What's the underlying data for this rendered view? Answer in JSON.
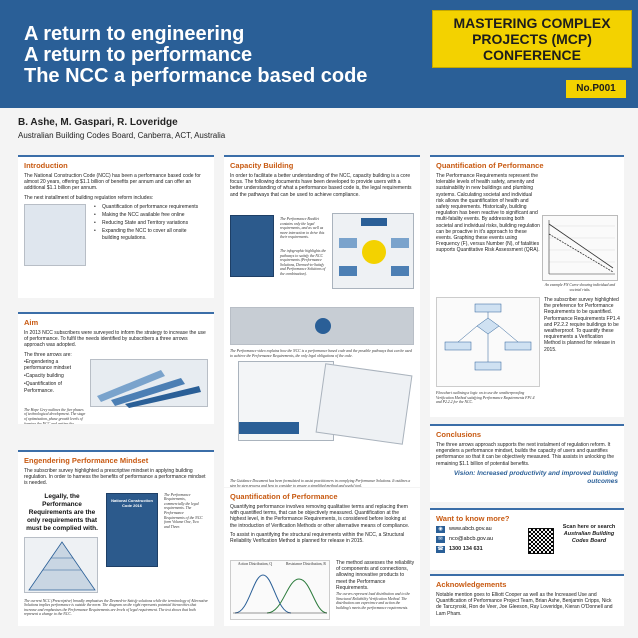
{
  "header": {
    "title_lines": [
      "A return to engineering",
      "A return to performance",
      "The NCC a performance based code"
    ],
    "conference_lines": [
      "MASTERING COMPLEX",
      "PROJECTS (MCP)",
      "CONFERENCE"
    ],
    "poster_no": "No.P001"
  },
  "authors": "B. Ashe, M. Gaspari, R. Loveridge",
  "affiliation": "Australian Building Codes Board, Canberra, ACT, Australia",
  "introduction": {
    "heading": "Introduction",
    "p1": "The National Construction Code (NCC) has been a performance based code for almost 20 years, offering $1.1 billion of benefits per annum and can offer an additional $1.1 billion per annum.",
    "p2": "The next installment of building regulation reform includes:",
    "bullets": [
      "Quantification of performance requirements",
      "Making the NCC available free online",
      "Reducing State and Territory variations",
      "Expanding the NCC to cover all onsite building regulations."
    ]
  },
  "aim": {
    "heading": "Aim",
    "p1": "In 2013 NCC subscribers were surveyed to inform the strategy to increase the use of performance. To fulfil the needs identified by subscribers a three arrows approach was adopted.",
    "p2": "The three arrows are:",
    "items": [
      "•Engendering a performance mindset",
      "•Capacity building",
      "•Quantification of Performance."
    ],
    "caption": "The Hope Grey outlines the five phases of technological development. The stage of optimisation, phase growth levels of forming the NCC and getting the additional $1.1 billion of benefits."
  },
  "mindset": {
    "heading": "Engendering Performance Mindset",
    "p1": "The subscriber survey highlighted a prescriptive mindset in applying building regulation. In order to harness the benefits of performance a performance mindset is needed.",
    "note": "Legally, the Performance Requirements are the only requirements that must be complied with.",
    "book_title": "National Construction Code 2016",
    "side_caption": "The Performance Requirements, commercially the legal requirements. The Performance Requirements of the NCC form Volume One, Two and Three.",
    "caption": "The current NCC (Prescriptive) broadly emphasises the Deemed-to-Satisfy solutions while the terminology of Alternative Solutions implies performance is outside the norm. The diagram on the right represents potential hierarchies that increase and emphasises the Performance Requirements are levels of legal requirement. The text shows that both represent a change to the NCC."
  },
  "capacity": {
    "heading": "Capacity Building",
    "p1": "In order to facilitate a better understanding of the NCC, capacity building is a core focus. The following documents have been developed to provide users with a better understanding of what a performance based code is, the legal requirements and the pathways that can be used to achieve compliance.",
    "cap1": "The Performance Booklet contains only the legal requirements, and as well as more interaction to drive this their requirements.",
    "cap2": "The infographic highlights the pathways to satisfy the NCC requirements (Performance Solutions, Deemed-to-Satisfy and Performance Solutions of the combination).",
    "cap3": "The Performance video explains how the NCC is a performance based code and the possible pathways that can be used to achieve the Performance Requirements, the only legal obligations of the code.",
    "cap4": "The Guidance Document has been formulated to assist practitioners in complying Performance Solutions. It outlines a step by step process and how to consider to ensure a simplified method and useful tool."
  },
  "quant_left": {
    "heading": "Quantification of Performance",
    "p1": "Quantifying performance involves removing qualitative terms and replacing them with quantified terms, that can be objectively measured. Quantification at the highest level, in the Performance Requirements, is considered before looking at the introduction of Verification Methods or other alternative means of compliance.",
    "p2": "To assist in quantifying the structural requirements within the NCC, a Structural Reliability Verification Method is planned for release in 2015.",
    "method_text": "The method assesses the reliability of components and connections, allowing innovative products to meet the Performance Requirements.",
    "chart_caption": "The curves represent load distribution and to the Structural Reliability Verification Method. The distribution can experience and action the building's meets the performance requirements.",
    "chart_label_action": "Action Distribution, Q",
    "chart_label_resist": "Resistance Distribution, R"
  },
  "quant_right": {
    "heading": "Quantification of Performance",
    "p1": "The Performance Requirements represent the tolerable levels of health safety, amenity and sustainability in new buildings and plumbing systems. Calculating societal and individual risk allows the quantification of health and safety requirements. Historically, building regulation has been reactive to significant and multi-fatality events. By addressing both societal and individual risks, building regulation can be proactive in it's approach to these events. Graphing these events using Frequency (F), versus Number (N), of fatalities supports Quantitative Risk Assessment (QRA).",
    "fn_caption": "An example FN Curve showing individual and societal risks.",
    "survey_text": "The subscriber survey highlighted the preference for Performance Requirements to be quantified. Performance Requirements FP1.4 and P2.2.2 require buildings to be weatherproof. To quantify these requirements a Verification Method is planned for release in 2015.",
    "flow_caption": "Flowchart outlining a logic on to use the weatherproofing Verification Method satisfying Performance Requirements FP1.4 and P2.2.2 for the NCC."
  },
  "conclusions": {
    "heading": "Conclusions",
    "p1": "The three arrows approach supports the next instalment of regulation reform. It engenders a performance mindset, builds the capacity of users and quantifies performance so that it can be objectively measured. This assists in unlocking the remaining $1.1 billion of potential benefits.",
    "vision": "Vision: Increased productivity and improved building outcomes"
  },
  "contact": {
    "heading": "Want to know more?",
    "web": "www.abcb.gov.au",
    "email": "nco@abcb.gov.au",
    "phone": "1300 134 631",
    "scan1": "Scan here or search",
    "scan2": "Australian Building Codes Board"
  },
  "acknowledgements": {
    "heading": "Acknowledgements",
    "p1": "Notable mention goes to Elliott Cooper as well as the Increased Use and Quantification of Performance Project Team, Brian Ashe, Benjamin Cripps, Nick de Tarczynski, Ron de Veer, Joe Gleeson, Ray Loveridge, Kieran O'Donnell and Lam Pham."
  },
  "colors": {
    "header_blue": "#2a5f97",
    "accent_yellow": "#f3d200",
    "heading_orange": "#c85a12"
  }
}
